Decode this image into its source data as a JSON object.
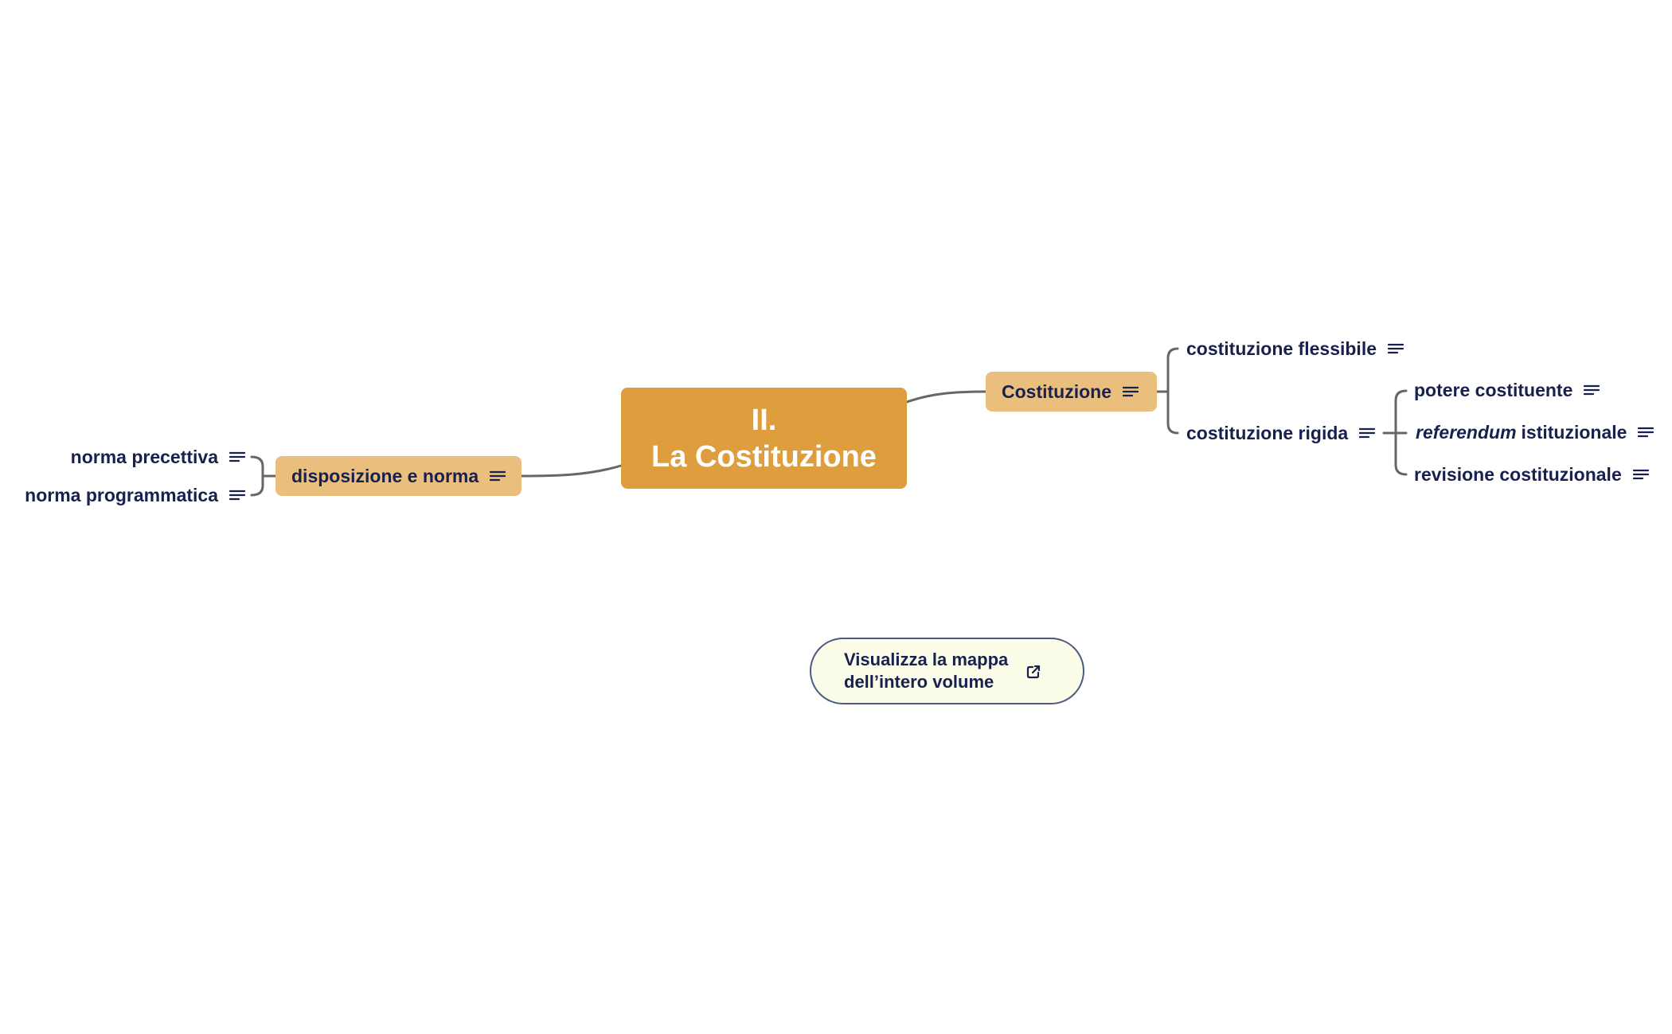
{
  "mindmap": {
    "root": {
      "line1": "II.",
      "line2": "La Costituzione"
    },
    "left_branch": {
      "label": "disposizione e norma",
      "children": [
        {
          "label": "norma precettiva"
        },
        {
          "label": "norma programmatica"
        }
      ]
    },
    "right_branch": {
      "label": "Costituzione",
      "children": [
        {
          "label": "costituzione flessibile"
        },
        {
          "label": "costituzione rigida",
          "children": [
            {
              "label": "potere costituente"
            },
            {
              "label_italic": "referendum",
              "label": "istituzionale"
            },
            {
              "label": "revisione costituzionale"
            }
          ]
        }
      ]
    }
  },
  "cta": {
    "line1": "Visualizza la mappa",
    "line2": "dell’intero volume",
    "icon": "external-link-icon"
  },
  "colors": {
    "root_fill": "#de9e3e",
    "branch_fill": "#eabf7d",
    "text": "#17204f",
    "connector": "#666666",
    "cta_fill": "#fbfde8",
    "cta_border": "#4b5a80"
  },
  "icons": {
    "note": "note-lines-icon"
  }
}
